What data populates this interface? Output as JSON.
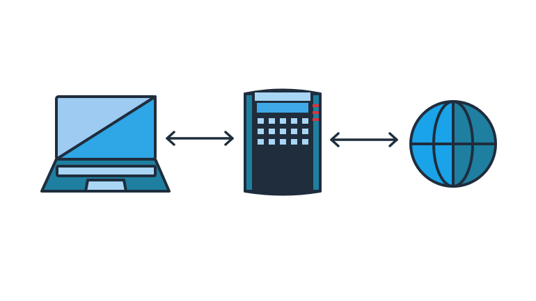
{
  "diagram": {
    "nodes": [
      {
        "id": "laptop",
        "icon": "laptop-icon"
      },
      {
        "id": "device",
        "icon": "network-appliance-icon"
      },
      {
        "id": "internet",
        "icon": "globe-icon"
      }
    ],
    "edges": [
      {
        "from": "laptop",
        "to": "device",
        "direction": "bidirectional"
      },
      {
        "from": "device",
        "to": "internet",
        "direction": "bidirectional"
      }
    ]
  },
  "colors": {
    "outline": "#1f2d3d",
    "screen_light": "#9ecbf2",
    "screen_dark": "#2fa6e6",
    "laptop_base": "#1f7fa0",
    "keyboard": "#a9d6f5",
    "device_band": "#1f7fa0",
    "device_keys": "#a9d6f5",
    "device_display": "#3fa9e8",
    "device_led": "#d9343a",
    "globe_light": "#1aa3e8",
    "globe_dark": "#1f7fa0",
    "background": "#ffffff"
  }
}
